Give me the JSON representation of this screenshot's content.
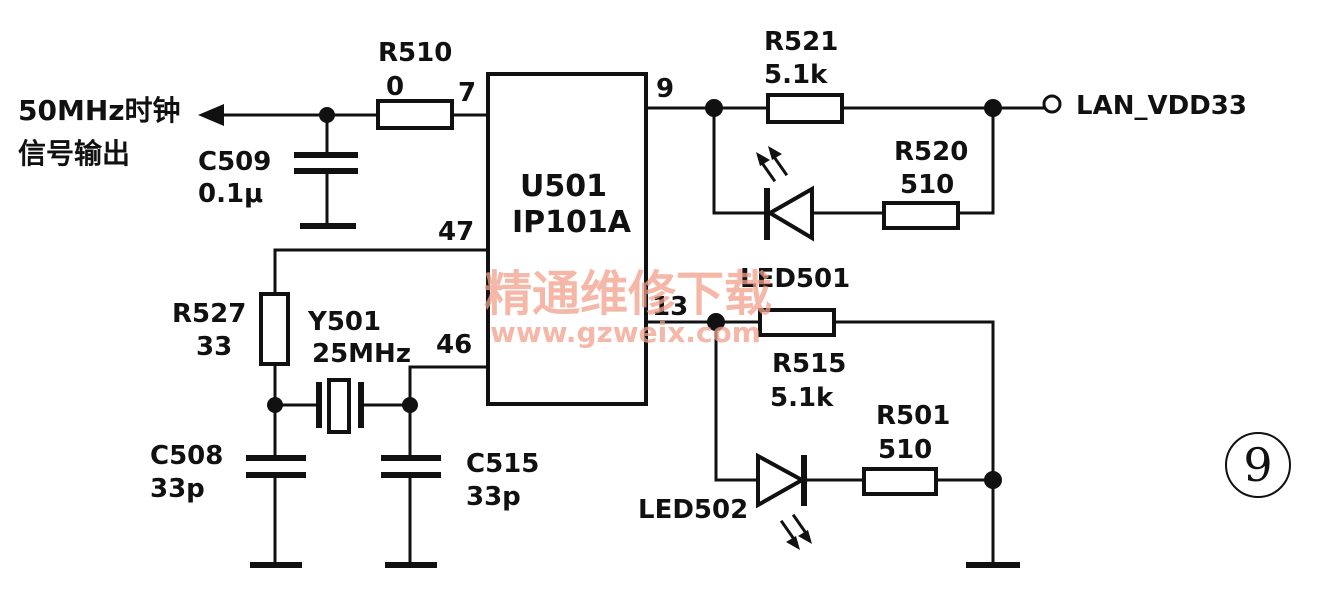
{
  "output_label": {
    "line1": "50MHz时钟",
    "line2": "信号输出"
  },
  "chip": {
    "ref": "U501",
    "part": "IP101A",
    "pins": {
      "p7": "7",
      "p9": "9",
      "p47": "47",
      "p46": "46",
      "p13": "13"
    }
  },
  "components": {
    "R510": {
      "ref": "R510",
      "value": "0"
    },
    "C509": {
      "ref": "C509",
      "value": "0.1μ"
    },
    "R527": {
      "ref": "R527",
      "value": "33"
    },
    "Y501": {
      "ref": "Y501",
      "value": "25MHz"
    },
    "C508": {
      "ref": "C508",
      "value": "33p"
    },
    "C515": {
      "ref": "C515",
      "value": "33p"
    },
    "R521": {
      "ref": "R521",
      "value": "5.1k"
    },
    "R520": {
      "ref": "R520",
      "value": "510"
    },
    "LED501": {
      "ref": "LED501"
    },
    "R515": {
      "ref": "R515",
      "value": "5.1k"
    },
    "R501": {
      "ref": "R501",
      "value": "510"
    },
    "LED502": {
      "ref": "LED502"
    }
  },
  "net_label": "LAN_VDD33",
  "watermark": {
    "line1": "精通维修下载",
    "line2": "www.gzweix.com"
  },
  "page_number": "9"
}
